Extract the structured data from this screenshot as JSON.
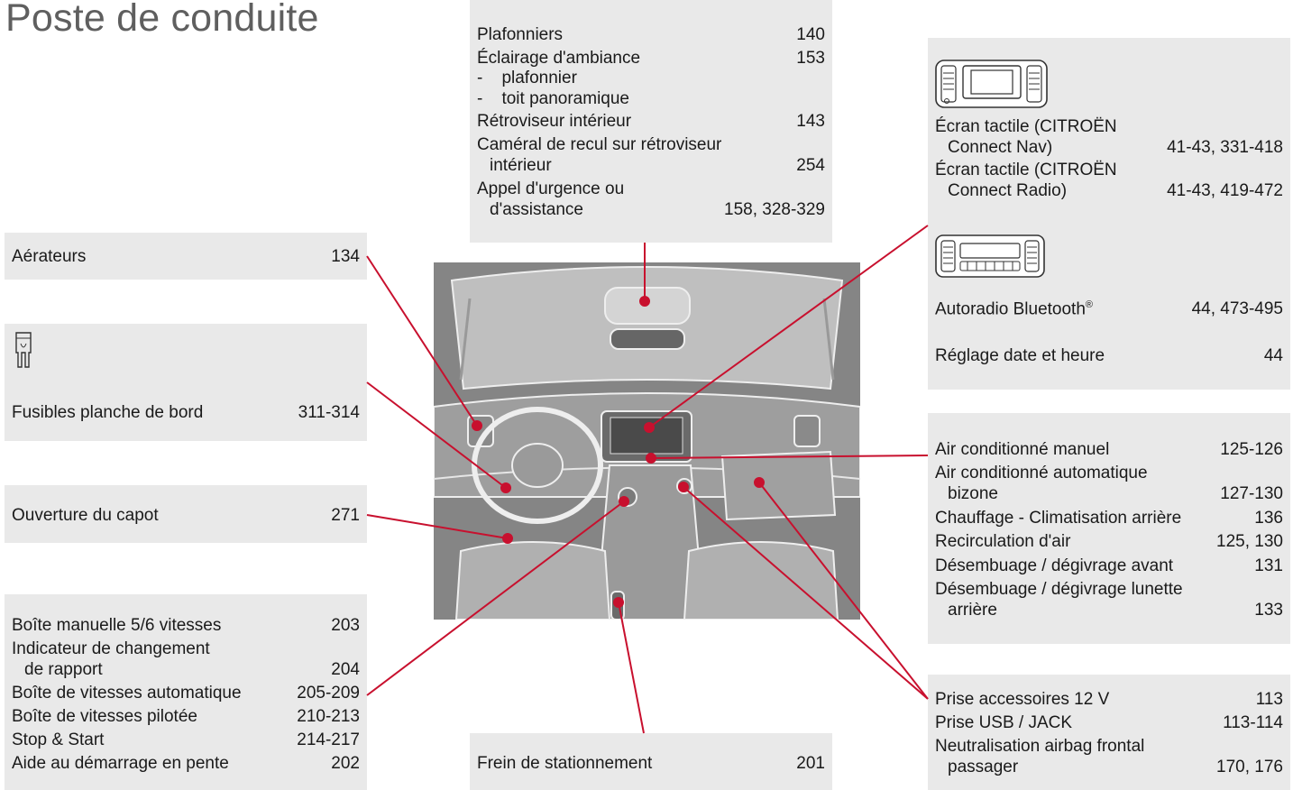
{
  "title": "Poste de conduite",
  "top_center": {
    "plafonniers": {
      "label": "Plafonniers",
      "page": "140"
    },
    "eclairage": {
      "label": "Éclairage d'ambiance",
      "page": "153",
      "subs": [
        "plafonnier",
        "toit panoramique"
      ]
    },
    "retro": {
      "label": "Rétroviseur intérieur",
      "page": "143"
    },
    "camera": {
      "label1": "Caméral de recul sur rétroviseur",
      "label2": "intérieur",
      "page": "254"
    },
    "appel": {
      "label1": "Appel d'urgence ou",
      "label2": "d'assistance",
      "page": "158, 328-329"
    }
  },
  "aerateurs": {
    "label": "Aérateurs",
    "page": "134"
  },
  "fusibles": {
    "label": "Fusibles planche de bord",
    "page": "311-314",
    "icon": "fuse-icon"
  },
  "capot": {
    "label": "Ouverture du capot",
    "page": "271"
  },
  "boite": {
    "manuelle": {
      "label": "Boîte manuelle 5/6 vitesses",
      "page": "203"
    },
    "indicateur": {
      "label1": "Indicateur de changement",
      "label2": "de rapport",
      "page": "204"
    },
    "auto": {
      "label": "Boîte de vitesses automatique",
      "page": "205-209"
    },
    "pilotee": {
      "label": "Boîte de vitesses pilotée",
      "page": "210-213"
    },
    "stop": {
      "label": "Stop & Start",
      "page": "214-217"
    },
    "aide": {
      "label": "Aide au démarrage en pente",
      "page": "202"
    }
  },
  "frein": {
    "label": "Frein de stationnement",
    "page": "201"
  },
  "ecran": {
    "icon": "touchscreen-icon",
    "nav": {
      "label1": "Écran tactile (CITROËN",
      "label2": "Connect Nav)",
      "page": "41-43, 331-418"
    },
    "radio": {
      "label1": "Écran tactile (CITROËN",
      "label2": "Connect Radio)",
      "page": "41-43, 419-472"
    },
    "radio_icon": "car-radio-icon",
    "autoradio": {
      "label": "Autoradio Bluetooth",
      "sup": "®",
      "page": "44, 473-495"
    },
    "reglage": {
      "label": "Réglage date et heure",
      "page": "44"
    }
  },
  "clim": {
    "manuel": {
      "label": "Air conditionné manuel",
      "page": "125-126"
    },
    "auto": {
      "label1": "Air conditionné automatique",
      "label2": "bizone",
      "page": "127-130"
    },
    "chauffage": {
      "label": "Chauffage - Climatisation arrière",
      "page": "136"
    },
    "recirc": {
      "label": "Recirculation d'air",
      "page": "125, 130"
    },
    "desemb_av": {
      "label": "Désembuage / dégivrage avant",
      "page": "131"
    },
    "desemb_ar": {
      "label1": "Désembuage / dégivrage lunette",
      "label2": "arrière",
      "page": "133"
    }
  },
  "prise": {
    "acc": {
      "label": "Prise accessoires 12 V",
      "page": "113"
    },
    "usb": {
      "label": "Prise USB / JACK",
      "page": "113-114"
    },
    "airbag": {
      "label1": "Neutralisation airbag frontal",
      "label2": "passager",
      "page": "170, 176"
    }
  },
  "colors": {
    "line": "#c8102e",
    "box": "#e9e9e9",
    "title": "#5f5f5f"
  }
}
